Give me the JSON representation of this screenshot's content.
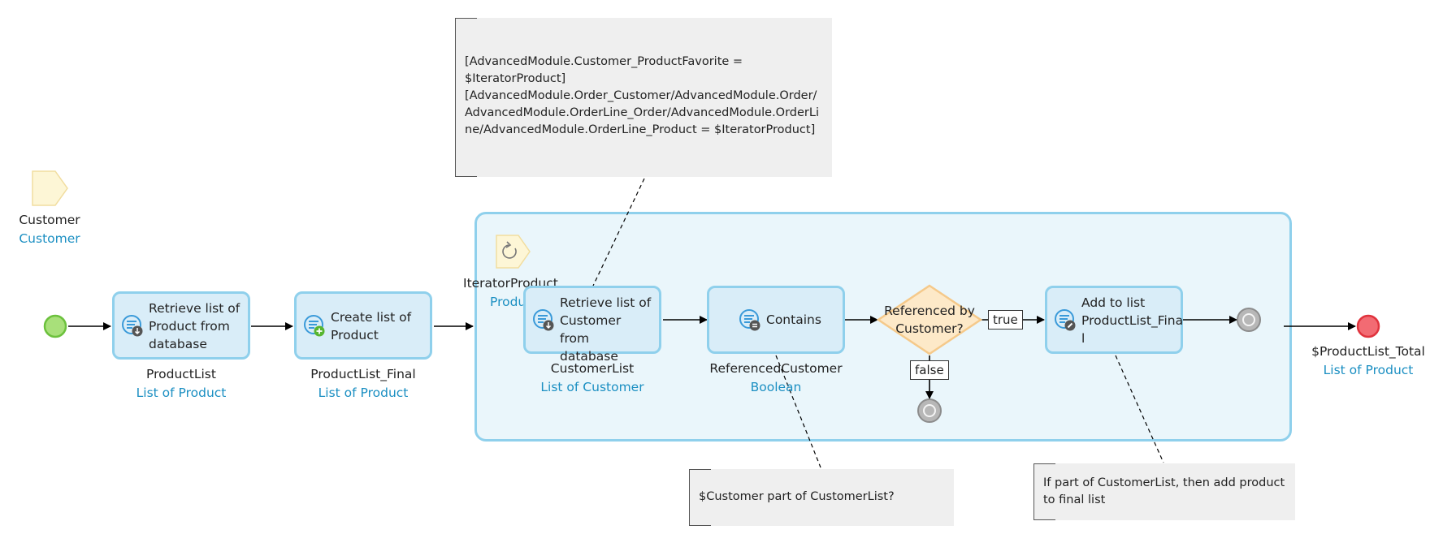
{
  "parameter": {
    "name": "Customer",
    "type": "Customer"
  },
  "annotations": {
    "top": [
      "[AdvancedModule.Customer_ProductFavorite =",
      "$IteratorProduct]",
      "[AdvancedModule.Order_Customer/AdvancedModule.Order/",
      "AdvancedModule.OrderLine_Order/AdvancedModule.OrderLi",
      "ne/AdvancedModule.OrderLine_Product = $IteratorProduct]"
    ],
    "contains": "$Customer part of CustomerList?",
    "add": [
      "If part of CustomerList, then add product",
      "to final list"
    ]
  },
  "activities": {
    "retrieve_products": {
      "label": [
        "Retrieve list of",
        "Product from",
        "database"
      ],
      "output_name": "ProductList",
      "output_type": "List of Product"
    },
    "create_list": {
      "label": [
        "Create list of",
        "Product"
      ],
      "output_name": "ProductList_Final",
      "output_type": "List of Product"
    },
    "retrieve_customers": {
      "label": [
        "Retrieve list of",
        "Customer from",
        "database"
      ],
      "output_name": "CustomerList",
      "output_type": "List of Customer"
    },
    "contains": {
      "label": [
        "Contains"
      ],
      "output_name": "ReferencedCustomer",
      "output_type": "Boolean"
    },
    "add_to_list": {
      "label": [
        "Add to list",
        "ProductList_Fina",
        "l"
      ]
    }
  },
  "loop": {
    "iterator_name": "IteratorProduct",
    "iterator_type": "Product"
  },
  "gateway": {
    "label": [
      "Referenced by",
      "Customer?"
    ],
    "true_label": "true",
    "false_label": "false"
  },
  "end_event": {
    "name": "$ProductList_Total",
    "type": "List of Product"
  },
  "colors": {
    "start": "#a8e07a",
    "end": "#f26b73",
    "activity_fill": "#d9edf8",
    "activity_border": "#8fd0ec",
    "gateway_fill": "#fde9c8",
    "gateway_border": "#f5c98a",
    "type_text": "#1b8fc2"
  }
}
